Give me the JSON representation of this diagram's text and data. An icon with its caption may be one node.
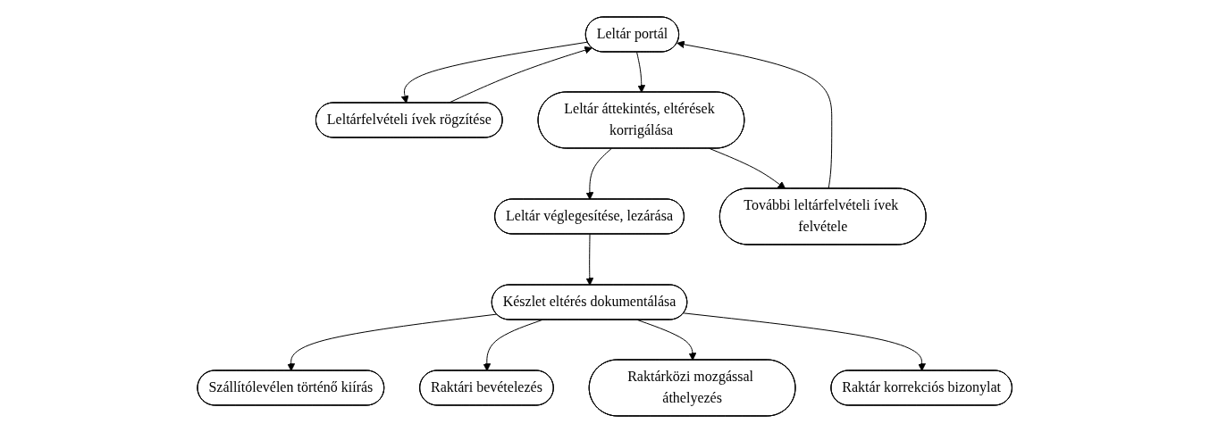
{
  "diagram": {
    "nodes": [
      {
        "text": [
          "Leltár portál"
        ]
      },
      {
        "text": [
          "Leltárfelvételi ívek rögzítése"
        ]
      },
      {
        "text": [
          "Leltár áttekintés, eltérések korrigálása"
        ]
      },
      {
        "text": [
          "Leltár véglegesítése, lezárása"
        ]
      },
      {
        "text": [
          "További leltárfelvételi ívek felvétele"
        ]
      },
      {
        "text": [
          "Készlet eltérés dokumentálása"
        ]
      },
      {
        "text": [
          "Szállítólevélen történő kiírás"
        ]
      },
      {
        "text": [
          "Raktári bevételezés"
        ]
      },
      {
        "text": [
          "Raktárközi mozgással áthelyezés"
        ]
      },
      {
        "text": [
          "Raktár korrekciós bizonylat"
        ]
      }
    ],
    "edges": [
      {
        "from": 0,
        "to": 1,
        "arrow": "to"
      },
      {
        "from": 1,
        "to": 0,
        "arrow": "to"
      },
      {
        "from": 0,
        "to": 2,
        "arrow": "to"
      },
      {
        "from": 2,
        "to": 3,
        "arrow": "to"
      },
      {
        "from": 2,
        "to": 4,
        "arrow": "to"
      },
      {
        "from": 4,
        "to": 0,
        "arrow": "to"
      },
      {
        "from": 3,
        "to": 5,
        "arrow": "to"
      },
      {
        "from": 5,
        "to": 6,
        "arrow": "to"
      },
      {
        "from": 5,
        "to": 7,
        "arrow": "to"
      },
      {
        "from": 5,
        "to": 8,
        "arrow": "to"
      },
      {
        "from": 5,
        "to": 9,
        "arrow": "to"
      }
    ]
  }
}
